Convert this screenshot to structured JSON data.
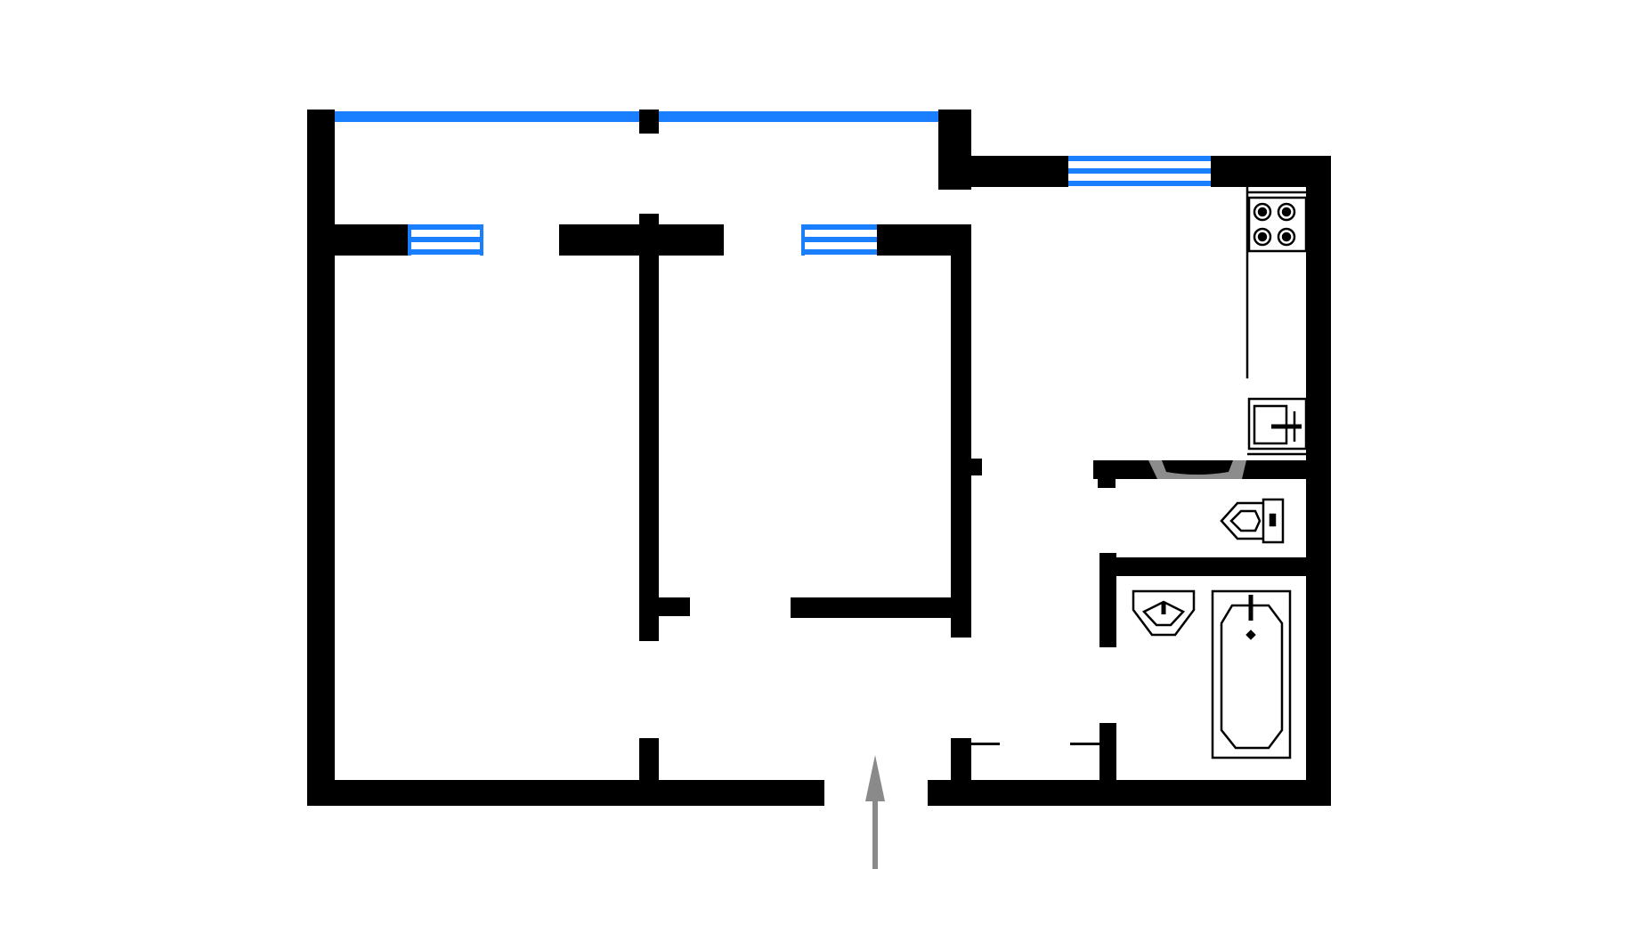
{
  "plan": {
    "type": "apartment-floor-plan",
    "rooms": [
      "room-left",
      "room-middle",
      "kitchen",
      "hallway",
      "toilet",
      "bathroom",
      "balcony"
    ],
    "fixtures": [
      "stove-icon",
      "kitchen-sink-icon",
      "toilet-icon",
      "washbasin-icon",
      "bathtub-icon",
      "entrance-arrow-icon"
    ]
  },
  "colors": {
    "wall": "#000000",
    "window": "#1a7fff",
    "background": "#ffffff",
    "entrance_arrow": "#8a8a8a",
    "door_shade": "#8c8c8c"
  }
}
